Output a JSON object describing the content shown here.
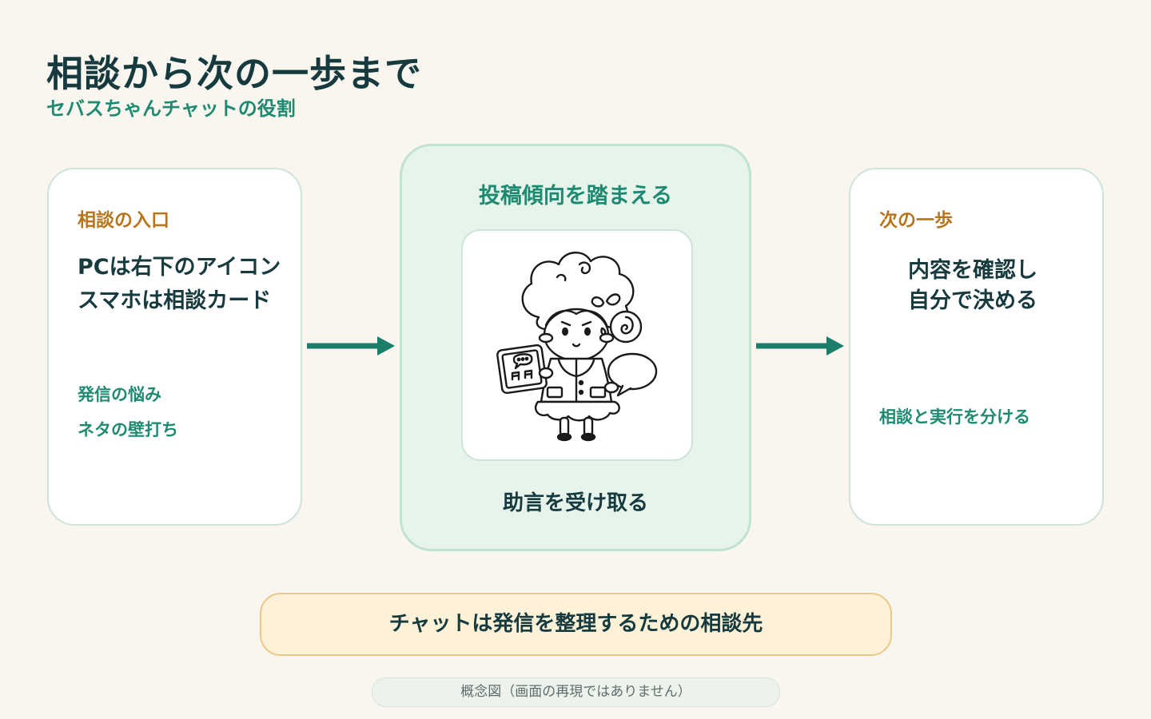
{
  "header": {
    "title": "相談から次の一歩まで",
    "subtitle": "セバスちゃんチャットの役割"
  },
  "left_card": {
    "heading": "相談の入口",
    "main_line1": "PCは右下のアイコン",
    "main_line2": "スマホは相談カード",
    "note1": "発信の悩み",
    "note2": "ネタの壁打ち"
  },
  "center_card": {
    "heading": "投稿傾向を踏まえる",
    "footer": "助言を受け取る",
    "illustration_icon": "curly-haired-sheep-character-icon"
  },
  "right_card": {
    "heading": "次の一歩",
    "main_line1": "内容を確認し",
    "main_line2": "自分で決める",
    "note1": "相談と実行を分ける"
  },
  "summary": {
    "text": "チャットは発信を整理するための相談先"
  },
  "footnote": {
    "text": "概念図（画面の再現ではありません）"
  },
  "colors": {
    "background": "#f8f6ef",
    "primary_text": "#163a3e",
    "accent_green": "#1f8a72",
    "accent_orange": "#b7761c",
    "center_card_bg": "#e6f4ec",
    "summary_bg": "#fdf1d8"
  }
}
